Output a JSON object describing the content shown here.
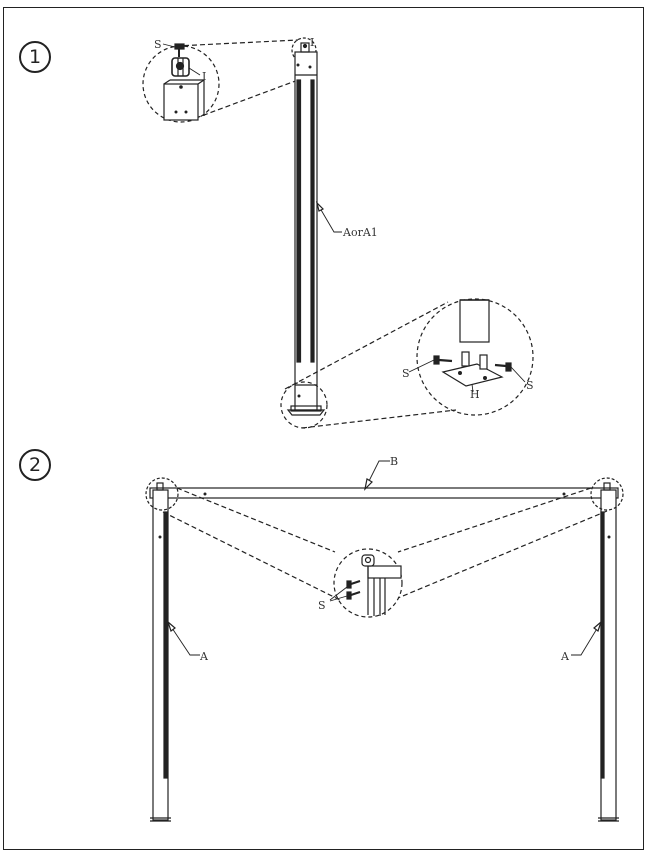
{
  "steps": [
    {
      "number": "1"
    },
    {
      "number": "2"
    }
  ],
  "labels": {
    "s": "S",
    "i": "I",
    "h": "H",
    "post": "AorA1",
    "beam": "B",
    "leg": "A"
  }
}
